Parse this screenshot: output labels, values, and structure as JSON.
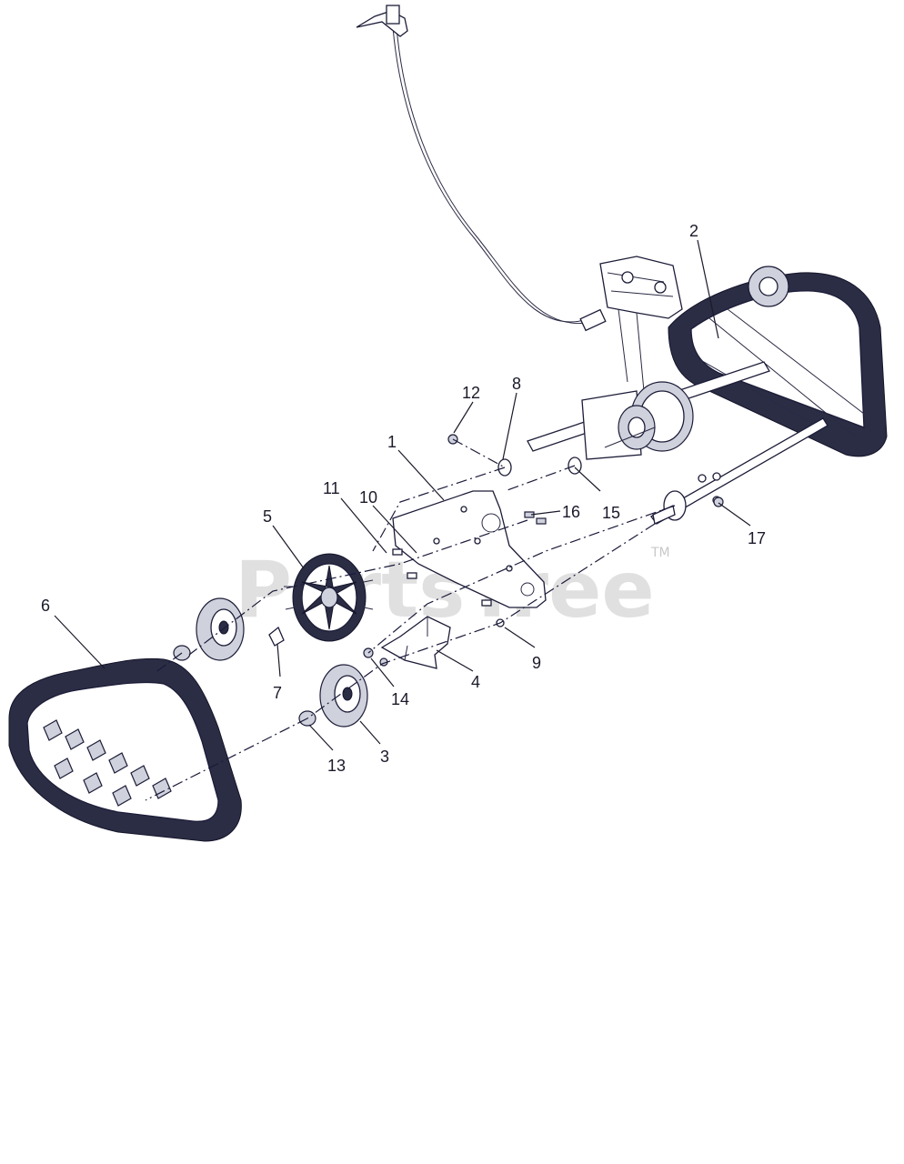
{
  "watermark": {
    "brand": "PartsTree",
    "trademark": "TM"
  },
  "callouts": [
    {
      "id": "c1",
      "label": "1"
    },
    {
      "id": "c2",
      "label": "2"
    },
    {
      "id": "c3",
      "label": "3"
    },
    {
      "id": "c4",
      "label": "4"
    },
    {
      "id": "c5",
      "label": "5"
    },
    {
      "id": "c6",
      "label": "6"
    },
    {
      "id": "c7",
      "label": "7"
    },
    {
      "id": "c8",
      "label": "8"
    },
    {
      "id": "c9",
      "label": "9"
    },
    {
      "id": "c10",
      "label": "10"
    },
    {
      "id": "c11",
      "label": "11"
    },
    {
      "id": "c12",
      "label": "12"
    },
    {
      "id": "c13",
      "label": "13"
    },
    {
      "id": "c14",
      "label": "14"
    },
    {
      "id": "c15",
      "label": "15"
    },
    {
      "id": "c16",
      "label": "16"
    },
    {
      "id": "c17",
      "label": "17"
    }
  ]
}
